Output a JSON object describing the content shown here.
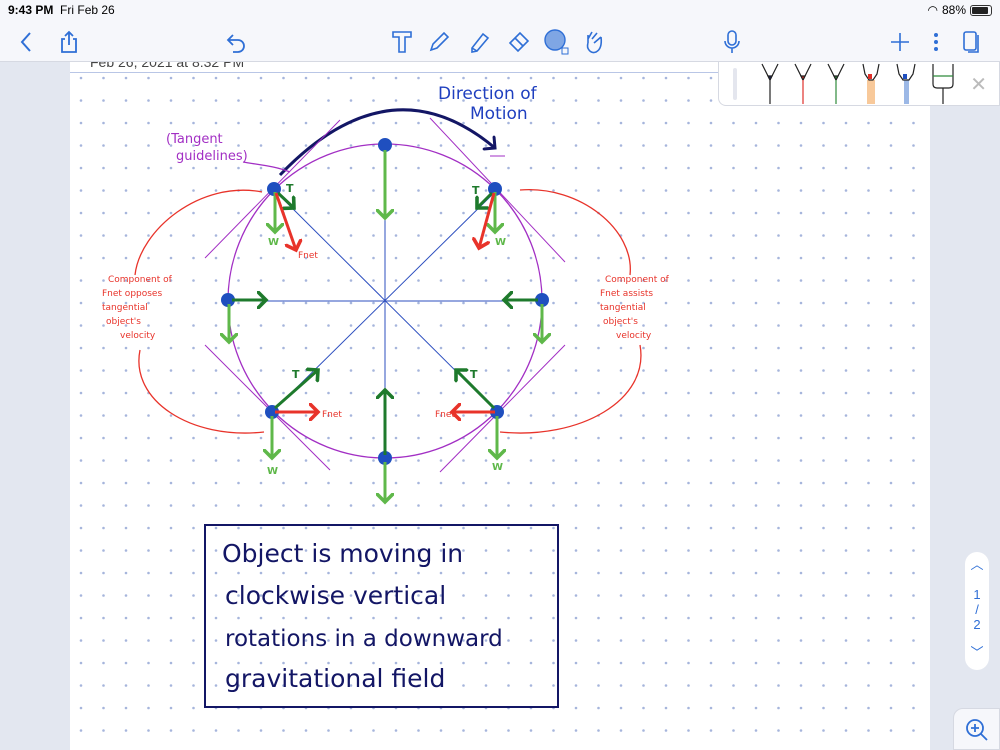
{
  "status": {
    "time": "9:43 PM",
    "date": "Fri Feb 26",
    "battery": "88%",
    "battery_level": 0.88
  },
  "toolbar": {
    "icons": [
      "back-icon",
      "share-icon",
      "undo-icon",
      "text-tool-icon",
      "pen-icon",
      "highlighter-icon",
      "eraser-icon",
      "lasso-icon",
      "hand-icon",
      "microphone-icon",
      "add-icon",
      "more-icon",
      "pages-icon"
    ]
  },
  "page": {
    "date_header": "Feb 26, 2021 at 8:32 PM",
    "current": "1",
    "separator": "/",
    "total": "2"
  },
  "pens": {
    "colors": [
      "#1b1f5e",
      "#e0302a",
      "#2f8a3a",
      "#f8c99a",
      "#9cb8e6",
      "#ffffff"
    ]
  },
  "note": {
    "direction": [
      "Direction of",
      "Motion"
    ],
    "tangent": [
      "(Tangent",
      "guidelines)"
    ],
    "left_label": [
      "Component of",
      "Fnet opposes",
      "tangential",
      "object's",
      "velocity"
    ],
    "right_label": [
      "Component of",
      "Fnet assists",
      "tangential",
      "object's",
      "velocity"
    ],
    "T": "T",
    "W": "W",
    "Fnet": "Fnet",
    "box": [
      "Object is moving in",
      "clockwise vertical",
      "rotations in a downward",
      "gravitational field"
    ]
  }
}
